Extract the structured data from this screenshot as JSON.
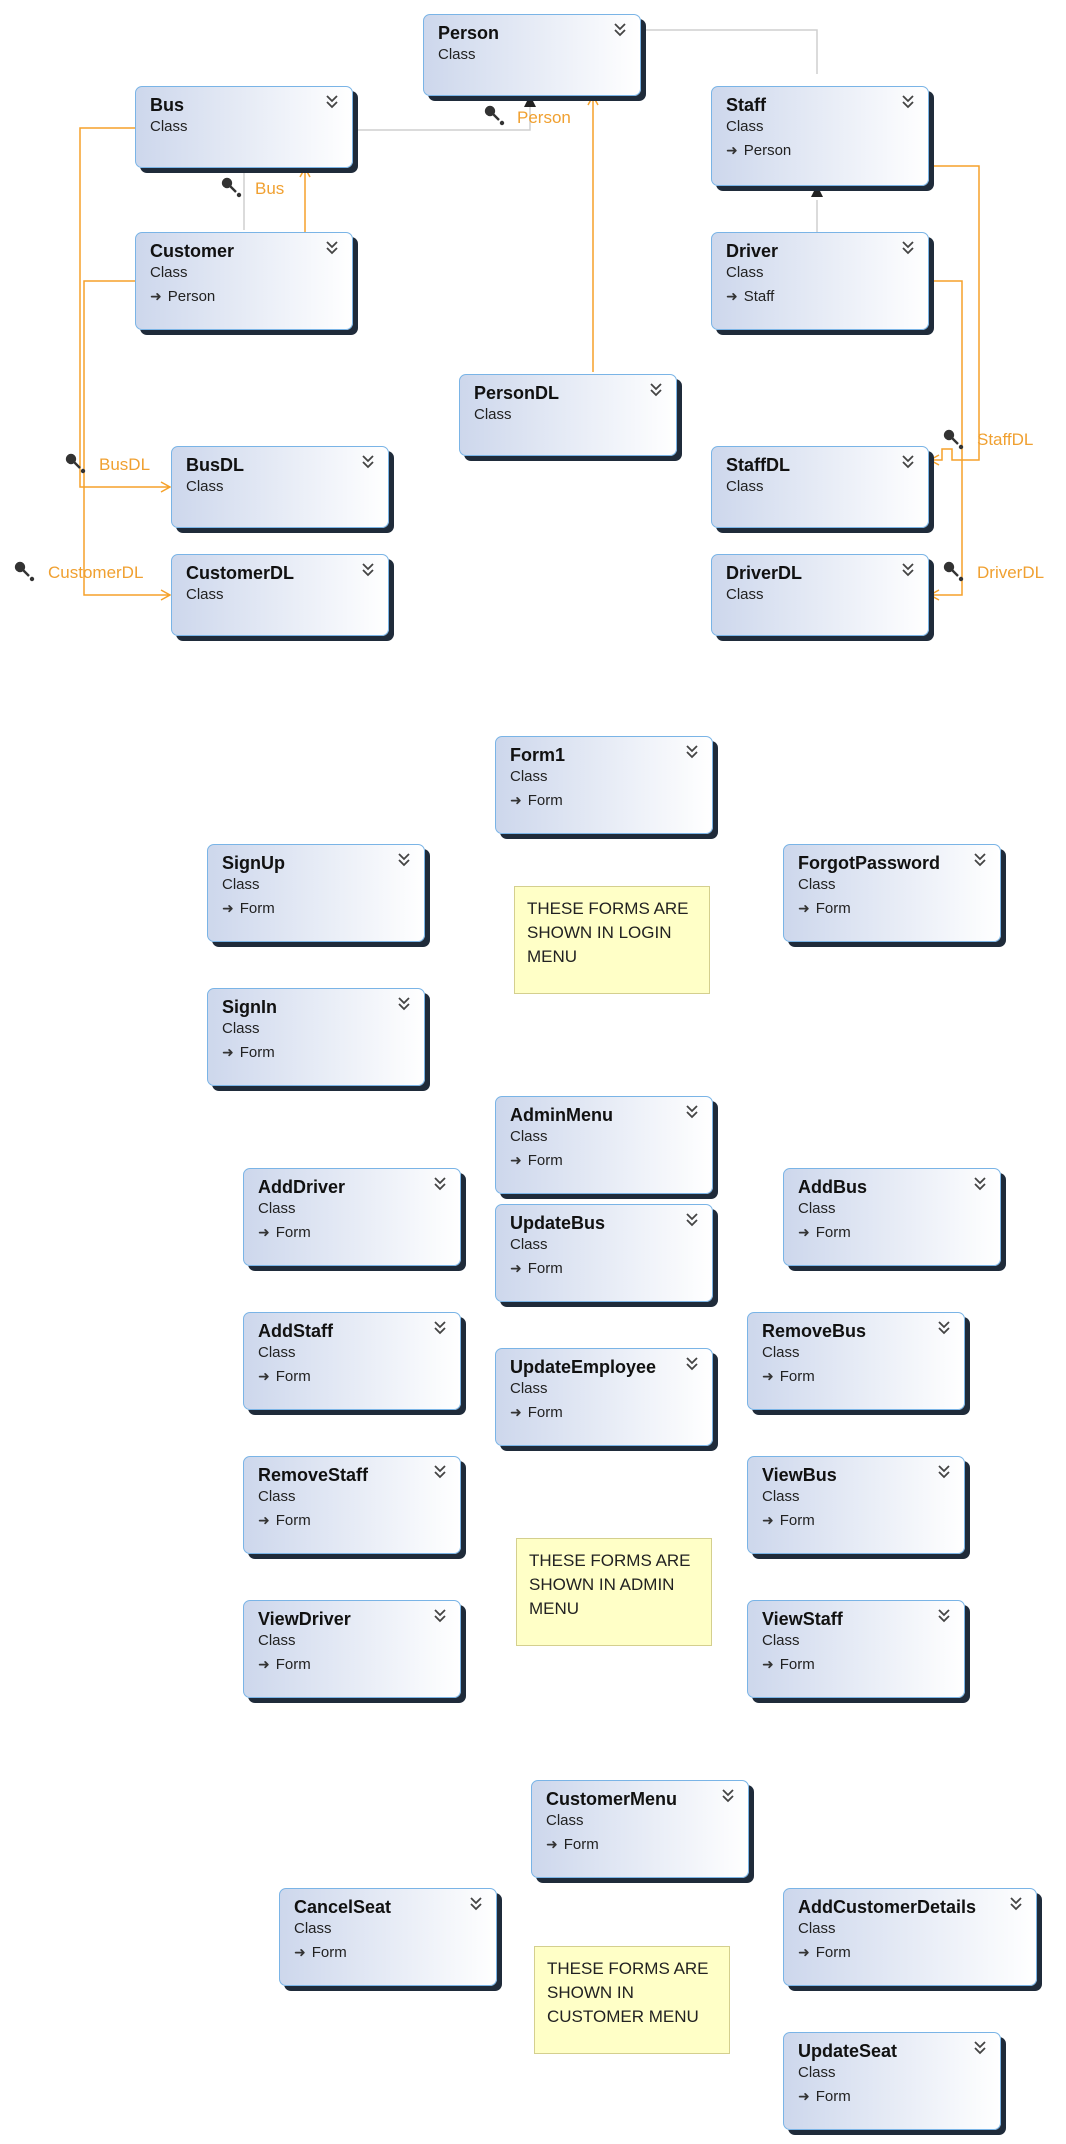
{
  "colors": {
    "association": "#f5a12a",
    "inheritance": "#cfcfcf",
    "note_bg": "#ffffc7"
  },
  "classes": {
    "person": {
      "name": "Person",
      "type": "Class",
      "base": ""
    },
    "bus": {
      "name": "Bus",
      "type": "Class",
      "base": ""
    },
    "staff": {
      "name": "Staff",
      "type": "Class",
      "base": "Person"
    },
    "customer": {
      "name": "Customer",
      "type": "Class",
      "base": "Person"
    },
    "driver": {
      "name": "Driver",
      "type": "Class",
      "base": "Staff"
    },
    "persondl": {
      "name": "PersonDL",
      "type": "Class",
      "base": ""
    },
    "busdl": {
      "name": "BusDL",
      "type": "Class",
      "base": ""
    },
    "staffdl": {
      "name": "StaffDL",
      "type": "Class",
      "base": ""
    },
    "customerdl": {
      "name": "CustomerDL",
      "type": "Class",
      "base": ""
    },
    "driverdl": {
      "name": "DriverDL",
      "type": "Class",
      "base": ""
    },
    "form1": {
      "name": "Form1",
      "type": "Class",
      "base": "Form"
    },
    "signup": {
      "name": "SignUp",
      "type": "Class",
      "base": "Form"
    },
    "forgotpassword": {
      "name": "ForgotPassword",
      "type": "Class",
      "base": "Form"
    },
    "signin": {
      "name": "SignIn",
      "type": "Class",
      "base": "Form"
    },
    "adminmenu": {
      "name": "AdminMenu",
      "type": "Class",
      "base": "Form"
    },
    "adddriver": {
      "name": "AddDriver",
      "type": "Class",
      "base": "Form"
    },
    "updatebus": {
      "name": "UpdateBus",
      "type": "Class",
      "base": "Form"
    },
    "addbus": {
      "name": "AddBus",
      "type": "Class",
      "base": "Form"
    },
    "addstaff": {
      "name": "AddStaff",
      "type": "Class",
      "base": "Form"
    },
    "updateemployee": {
      "name": "UpdateEmployee",
      "type": "Class",
      "base": "Form"
    },
    "removebus": {
      "name": "RemoveBus",
      "type": "Class",
      "base": "Form"
    },
    "removestaff": {
      "name": "RemoveStaff",
      "type": "Class",
      "base": "Form"
    },
    "viewbus": {
      "name": "ViewBus",
      "type": "Class",
      "base": "Form"
    },
    "viewdriver": {
      "name": "ViewDriver",
      "type": "Class",
      "base": "Form"
    },
    "viewstaff": {
      "name": "ViewStaff",
      "type": "Class",
      "base": "Form"
    },
    "customermenu": {
      "name": "CustomerMenu",
      "type": "Class",
      "base": "Form"
    },
    "cancelseat": {
      "name": "CancelSeat",
      "type": "Class",
      "base": "Form"
    },
    "addcustomerdetails": {
      "name": "AddCustomerDetails",
      "type": "Class",
      "base": "Form"
    },
    "updateseat": {
      "name": "UpdateSeat",
      "type": "Class",
      "base": "Form"
    }
  },
  "associations": {
    "person": "Person",
    "bus": "Bus",
    "busdl": "BusDL",
    "customerdl": "CustomerDL",
    "staffdl": "StaffDL",
    "driverdl": "DriverDL"
  },
  "notes": {
    "login": "THESE FORMS ARE\nSHOWN IN LOGIN\nMENU",
    "admin": "THESE FORMS ARE\nSHOWN IN ADMIN\nMENU",
    "customer": "THESE FORMS ARE\nSHOWN IN\nCUSTOMER MENU"
  }
}
